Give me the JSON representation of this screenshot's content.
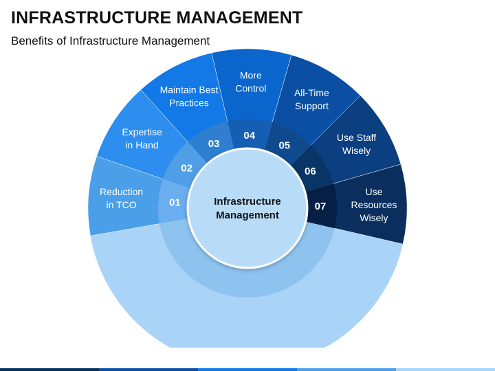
{
  "title": "INFRASTRUCTURE MANAGEMENT",
  "subtitle": "Benefits of Infrastructure Management",
  "center": {
    "lines": [
      "Infrastructure",
      "Management"
    ]
  },
  "segments": [
    {
      "number": "01",
      "lines": [
        "Reduction",
        "in TCO"
      ],
      "outer_color": "#4a9fe8",
      "ring_color": "#6aaef0"
    },
    {
      "number": "02",
      "lines": [
        "Expertise",
        "in Hand"
      ],
      "outer_color": "#2e8ef0",
      "ring_color": "#4f9ee6"
    },
    {
      "number": "03",
      "lines": [
        "Maintain Best",
        "Practices"
      ],
      "outer_color": "#1279e6",
      "ring_color": "#2f7fd1"
    },
    {
      "number": "04",
      "lines": [
        "More",
        "Control"
      ],
      "outer_color": "#0a66cc",
      "ring_color": "#145fb3"
    },
    {
      "number": "05",
      "lines": [
        "All-Time",
        "Support"
      ],
      "outer_color": "#0a4fa3",
      "ring_color": "#0f4a8f"
    },
    {
      "number": "06",
      "lines": [
        "Use Staff",
        "Wisely"
      ],
      "outer_color": "#0b3f80",
      "ring_color": "#093466"
    },
    {
      "number": "07",
      "lines": [
        "Use",
        "Resources",
        "Wisely"
      ],
      "outer_color": "#0a2f5e",
      "ring_color": "#061f45"
    }
  ],
  "colors": {
    "bottom_sector": "#a9d3f7",
    "bottom_ring": "#8ec3f0",
    "center_fill": "#b8dcf8",
    "center_stroke": "#ffffff"
  }
}
